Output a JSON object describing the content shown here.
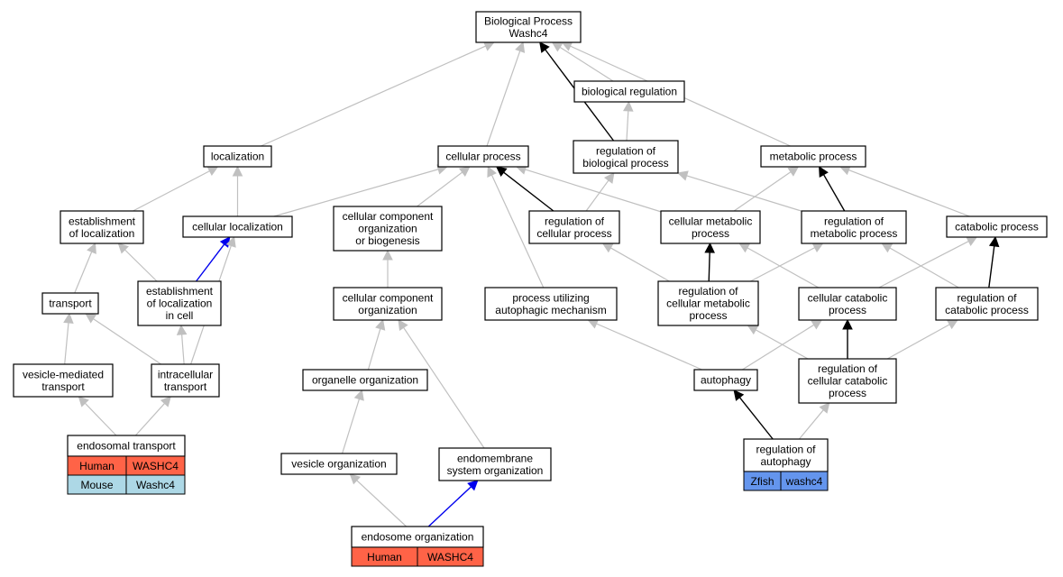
{
  "colors": {
    "human": "#ff6347",
    "mouse": "#add8e6",
    "zfish": "#6495ed",
    "gray_edge": "#c0c0c0",
    "black_edge": "#000000",
    "blue_edge": "#0000ee"
  },
  "nodes": {
    "bp": [
      "Biological Process",
      "Washc4"
    ],
    "biological_regulation": [
      "biological regulation"
    ],
    "localization": [
      "localization"
    ],
    "cellular_process": [
      "cellular process"
    ],
    "reg_bio_process": [
      "regulation of",
      "biological process"
    ],
    "metabolic_process": [
      "metabolic process"
    ],
    "est_localization": [
      "establishment",
      "of localization"
    ],
    "cellular_localization": [
      "cellular localization"
    ],
    "ccob": [
      "cellular component",
      "organization",
      "or biogenesis"
    ],
    "reg_cell_process": [
      "regulation of",
      "cellular process"
    ],
    "cell_metabolic": [
      "cellular metabolic",
      "process"
    ],
    "reg_metabolic": [
      "regulation of",
      "metabolic process"
    ],
    "catabolic": [
      "catabolic process"
    ],
    "transport": [
      "transport"
    ],
    "est_loc_cell": [
      "establishment",
      "of localization",
      "in cell"
    ],
    "cco": [
      "cellular component",
      "organization"
    ],
    "autophagic_mech": [
      "process utilizing",
      "autophagic mechanism"
    ],
    "reg_cell_metabolic": [
      "regulation of",
      "cellular metabolic",
      "process"
    ],
    "cell_catabolic": [
      "cellular catabolic",
      "process"
    ],
    "reg_catabolic": [
      "regulation of",
      "catabolic process"
    ],
    "vesicle_transport": [
      "vesicle-mediated",
      "transport"
    ],
    "intracellular_transport": [
      "intracellular",
      "transport"
    ],
    "organelle_org": [
      "organelle organization"
    ],
    "autophagy": [
      "autophagy"
    ],
    "reg_cell_catabolic": [
      "regulation of",
      "cellular catabolic",
      "process"
    ],
    "endosomal_transport": [
      "endosomal transport"
    ],
    "vesicle_org": [
      "vesicle organization"
    ],
    "endomembrane_org": [
      "endomembrane",
      "system organization"
    ],
    "reg_autophagy": [
      "regulation of",
      "autophagy"
    ],
    "endosome_org": [
      "endosome organization"
    ]
  },
  "gene_tables": {
    "endosomal_transport": [
      {
        "species": "Human",
        "gene": "WASHC4",
        "color": "#ff6347"
      },
      {
        "species": "Mouse",
        "gene": "Washc4",
        "color": "#add8e6"
      }
    ],
    "reg_autophagy": [
      {
        "species": "Zfish",
        "gene": "washc4",
        "color": "#6495ed"
      }
    ],
    "endosome_org": [
      {
        "species": "Human",
        "gene": "WASHC4",
        "color": "#ff6347"
      }
    ]
  },
  "edges": [
    {
      "from": "biological_regulation",
      "to": "bp",
      "type": "is_a"
    },
    {
      "from": "localization",
      "to": "bp",
      "type": "is_a"
    },
    {
      "from": "cellular_process",
      "to": "bp",
      "type": "is_a"
    },
    {
      "from": "reg_bio_process",
      "to": "bp",
      "type": "regulates"
    },
    {
      "from": "metabolic_process",
      "to": "bp",
      "type": "is_a"
    },
    {
      "from": "reg_bio_process",
      "to": "biological_regulation",
      "type": "is_a"
    },
    {
      "from": "est_localization",
      "to": "localization",
      "type": "is_a"
    },
    {
      "from": "cellular_localization",
      "to": "localization",
      "type": "is_a"
    },
    {
      "from": "cellular_localization",
      "to": "cellular_process",
      "type": "is_a"
    },
    {
      "from": "ccob",
      "to": "cellular_process",
      "type": "is_a"
    },
    {
      "from": "reg_cell_process",
      "to": "cellular_process",
      "type": "regulates"
    },
    {
      "from": "cell_metabolic",
      "to": "cellular_process",
      "type": "is_a"
    },
    {
      "from": "autophagic_mech",
      "to": "cellular_process",
      "type": "is_a"
    },
    {
      "from": "reg_cell_process",
      "to": "reg_bio_process",
      "type": "is_a"
    },
    {
      "from": "reg_metabolic",
      "to": "reg_bio_process",
      "type": "is_a"
    },
    {
      "from": "cell_metabolic",
      "to": "metabolic_process",
      "type": "is_a"
    },
    {
      "from": "reg_metabolic",
      "to": "metabolic_process",
      "type": "regulates"
    },
    {
      "from": "catabolic",
      "to": "metabolic_process",
      "type": "is_a"
    },
    {
      "from": "transport",
      "to": "est_localization",
      "type": "is_a"
    },
    {
      "from": "est_loc_cell",
      "to": "est_localization",
      "type": "is_a"
    },
    {
      "from": "est_loc_cell",
      "to": "cellular_localization",
      "type": "part_of"
    },
    {
      "from": "intracellular_transport",
      "to": "cellular_localization",
      "type": "is_a"
    },
    {
      "from": "cco",
      "to": "ccob",
      "type": "is_a"
    },
    {
      "from": "reg_cell_metabolic",
      "to": "reg_cell_process",
      "type": "is_a"
    },
    {
      "from": "reg_cell_metabolic",
      "to": "cell_metabolic",
      "type": "regulates"
    },
    {
      "from": "cell_catabolic",
      "to": "cell_metabolic",
      "type": "is_a"
    },
    {
      "from": "reg_cell_metabolic",
      "to": "reg_metabolic",
      "type": "is_a"
    },
    {
      "from": "reg_catabolic",
      "to": "reg_metabolic",
      "type": "is_a"
    },
    {
      "from": "cell_catabolic",
      "to": "catabolic",
      "type": "is_a"
    },
    {
      "from": "reg_catabolic",
      "to": "catabolic",
      "type": "regulates"
    },
    {
      "from": "vesicle_transport",
      "to": "transport",
      "type": "is_a"
    },
    {
      "from": "intracellular_transport",
      "to": "transport",
      "type": "is_a"
    },
    {
      "from": "intracellular_transport",
      "to": "est_loc_cell",
      "type": "is_a"
    },
    {
      "from": "organelle_org",
      "to": "cco",
      "type": "is_a"
    },
    {
      "from": "endomembrane_org",
      "to": "cco",
      "type": "is_a"
    },
    {
      "from": "autophagy",
      "to": "autophagic_mech",
      "type": "is_a"
    },
    {
      "from": "autophagy",
      "to": "cell_catabolic",
      "type": "is_a"
    },
    {
      "from": "reg_cell_catabolic",
      "to": "reg_cell_metabolic",
      "type": "is_a"
    },
    {
      "from": "reg_cell_catabolic",
      "to": "cell_catabolic",
      "type": "regulates"
    },
    {
      "from": "reg_cell_catabolic",
      "to": "reg_catabolic",
      "type": "is_a"
    },
    {
      "from": "endosomal_transport",
      "to": "vesicle_transport",
      "type": "is_a"
    },
    {
      "from": "endosomal_transport",
      "to": "intracellular_transport",
      "type": "is_a"
    },
    {
      "from": "vesicle_org",
      "to": "organelle_org",
      "type": "is_a"
    },
    {
      "from": "reg_autophagy",
      "to": "autophagy",
      "type": "regulates"
    },
    {
      "from": "reg_autophagy",
      "to": "reg_cell_catabolic",
      "type": "is_a"
    },
    {
      "from": "endosome_org",
      "to": "vesicle_org",
      "type": "is_a"
    },
    {
      "from": "endosome_org",
      "to": "endomembrane_org",
      "type": "part_of"
    }
  ]
}
